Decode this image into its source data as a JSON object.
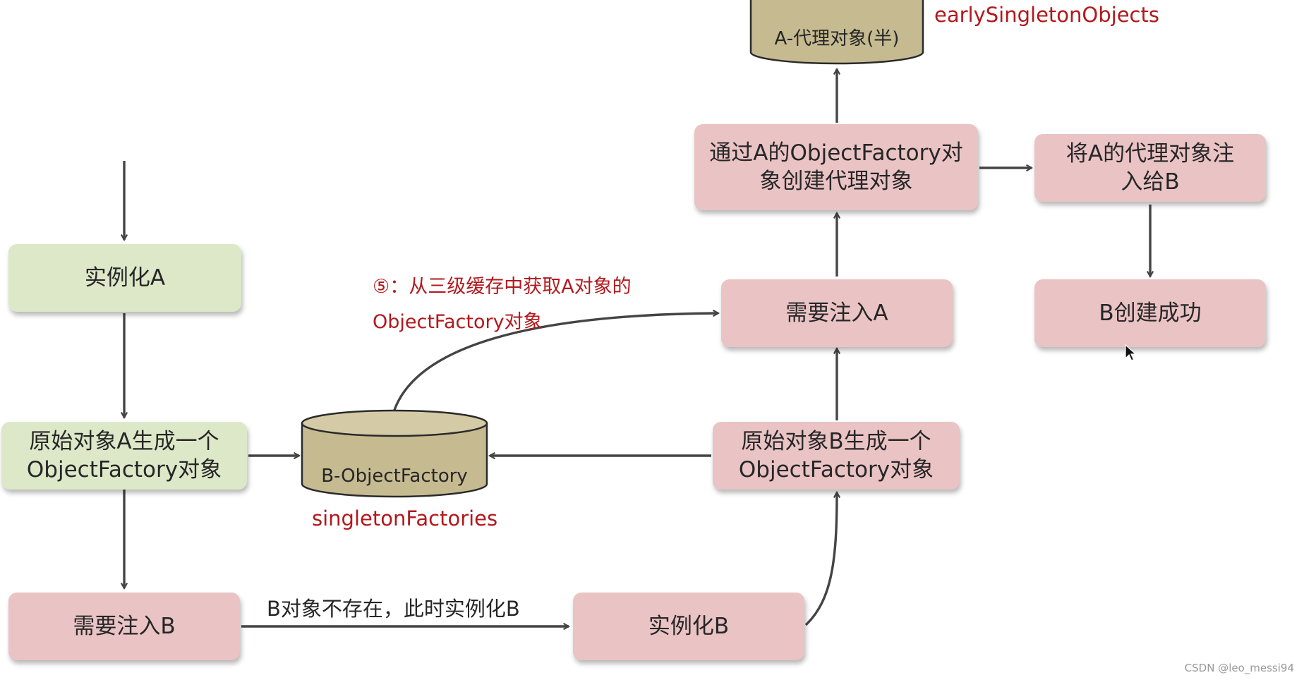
{
  "nodes": {
    "instantiate_a": "实例化A",
    "raw_a_factory": [
      "原始对象A生成一个",
      "ObjectFactory对象"
    ],
    "inject_b": "需要注入B",
    "instantiate_b": "实例化B",
    "raw_b_factory": [
      "原始对象B生成一个",
      "ObjectFactory对象"
    ],
    "inject_a": "需要注入A",
    "create_proxy": [
      "通过A的ObjectFactory对",
      "象创建代理对象"
    ],
    "inject_proxy": [
      "将A的代理对象注",
      "入给B"
    ],
    "b_created": "B创建成功"
  },
  "caches": {
    "singleton_factories": {
      "content": "B-ObjectFactory",
      "name": "singletonFactories"
    },
    "early_singleton_objects": {
      "content": "A-代理对象(半)",
      "name": "earlySingletonObjects"
    }
  },
  "annotations": {
    "step5": [
      "⑤：从三级缓存中获取A对象的",
      "ObjectFactory对象"
    ],
    "b_not_exist": "B对象不存在，此时实例化B"
  },
  "watermark": "CSDN @leo_messi94",
  "colors": {
    "green_box": "#dde8c9",
    "pink_box": "#eac3c5",
    "cylinder": "#c6ba91",
    "annotation_red": "#b2181c",
    "arrow": "#444444"
  }
}
